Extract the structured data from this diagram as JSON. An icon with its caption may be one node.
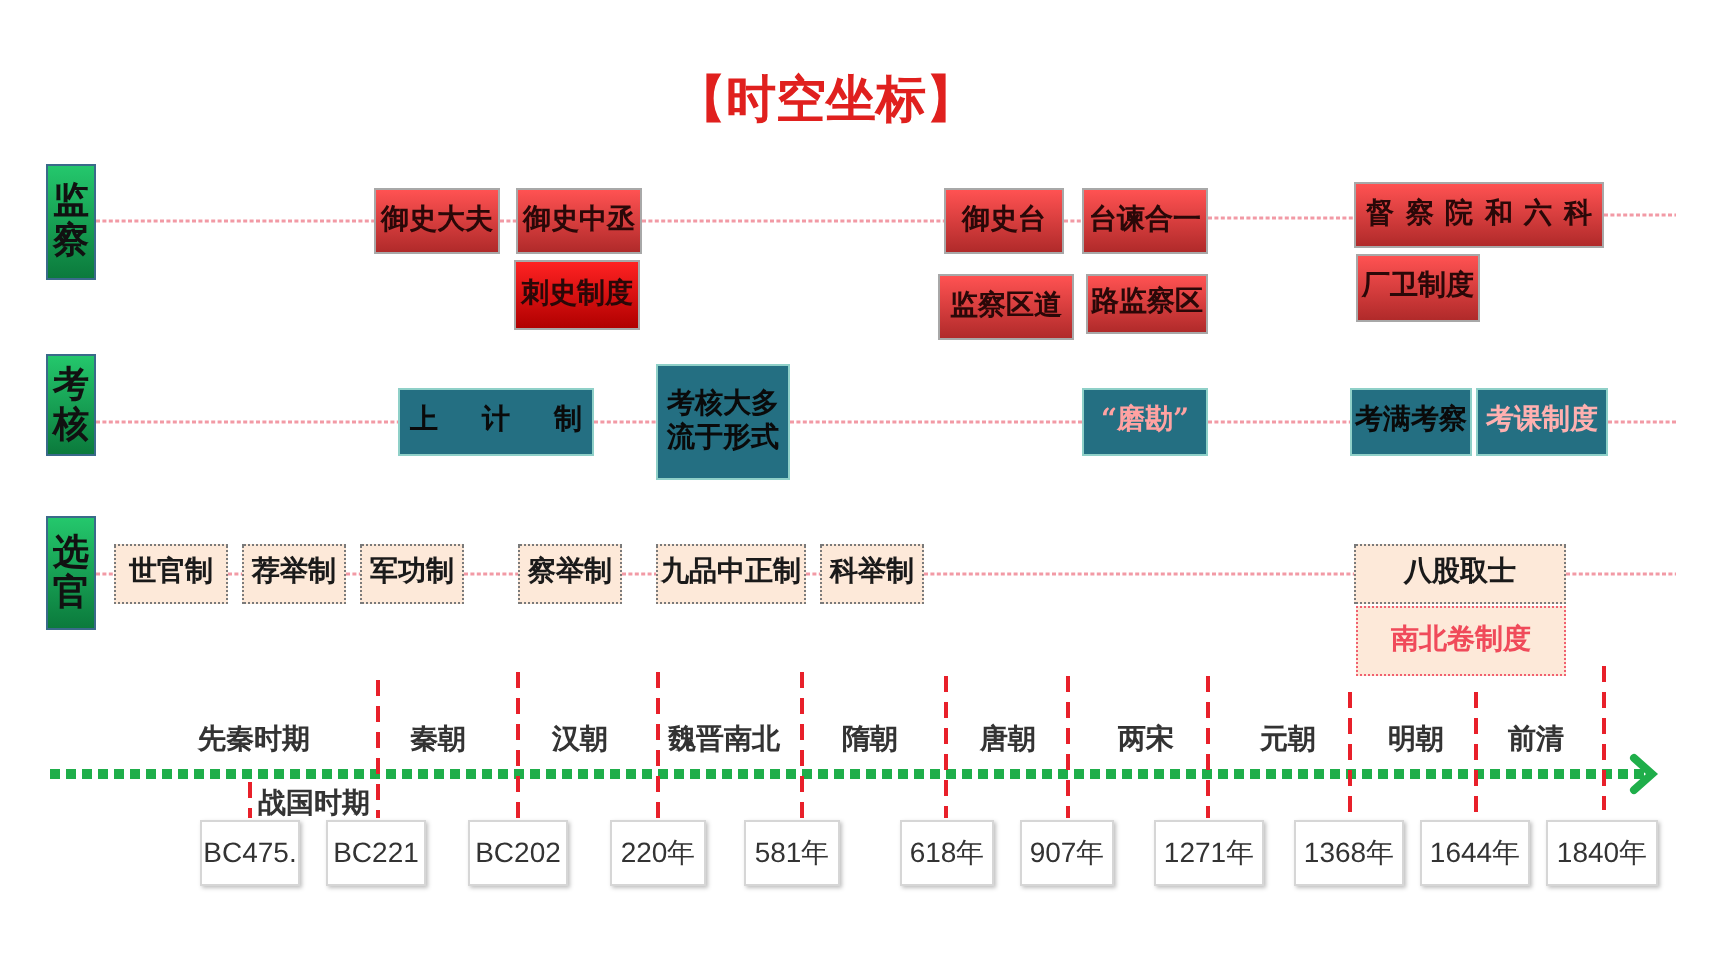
{
  "diagram": {
    "title": "【时空坐标】",
    "nodes": [
      {
        "text": [
          "监察"
        ]
      },
      {
        "text": [
          "御史大夫"
        ]
      },
      {
        "text": [
          "御史中丞"
        ]
      },
      {
        "text": [
          "御史台"
        ]
      },
      {
        "text": [
          "台谏合一"
        ]
      },
      {
        "text": [
          "督 察 院 和 六 科"
        ]
      },
      {
        "text": [
          "刺史制度"
        ]
      },
      {
        "text": [
          "监察区道"
        ]
      },
      {
        "text": [
          "路监察区"
        ]
      },
      {
        "text": [
          "厂卫制度"
        ]
      },
      {
        "text": [
          "考核"
        ]
      },
      {
        "text": [
          "上 计 制"
        ]
      },
      {
        "text": [
          "考核大多流于形式"
        ]
      },
      {
        "text": [
          "“磨勘”"
        ]
      },
      {
        "text": [
          "考满考察"
        ]
      },
      {
        "text": [
          "考课制度"
        ]
      },
      {
        "text": [
          "选官"
        ]
      },
      {
        "text": [
          "世官制"
        ]
      },
      {
        "text": [
          "荐举制"
        ]
      },
      {
        "text": [
          "军功制"
        ]
      },
      {
        "text": [
          "察举制"
        ]
      },
      {
        "text": [
          "九品中正制"
        ]
      },
      {
        "text": [
          "科举制"
        ]
      },
      {
        "text": [
          "八股取士"
        ]
      },
      {
        "text": [
          "南北卷制度"
        ]
      },
      {
        "text": [
          "BC475."
        ]
      },
      {
        "text": [
          "BC221"
        ]
      },
      {
        "text": [
          "BC202"
        ]
      },
      {
        "text": [
          "220年"
        ]
      },
      {
        "text": [
          "581年"
        ]
      },
      {
        "text": [
          "618年"
        ]
      },
      {
        "text": [
          "907年"
        ]
      },
      {
        "text": [
          "1271年"
        ]
      },
      {
        "text": [
          "1368年"
        ]
      },
      {
        "text": [
          "1644年"
        ]
      },
      {
        "text": [
          "1840年"
        ]
      }
    ],
    "edges": [
      {
        "from": 0,
        "to": 1,
        "arrow": "none"
      },
      {
        "from": 1,
        "to": 2,
        "arrow": "none"
      },
      {
        "from": 2,
        "to": 3,
        "arrow": "none"
      },
      {
        "from": 3,
        "to": 4,
        "arrow": "none"
      },
      {
        "from": 4,
        "to": 5,
        "arrow": "none"
      },
      {
        "from": 5,
        "to": null,
        "arrow": "none"
      },
      {
        "from": 10,
        "to": 11,
        "arrow": "none"
      },
      {
        "from": 11,
        "to": 12,
        "arrow": "none"
      },
      {
        "from": 12,
        "to": 13,
        "arrow": "none"
      },
      {
        "from": 13,
        "to": 14,
        "arrow": "none"
      },
      {
        "from": 15,
        "to": null,
        "arrow": "none"
      },
      {
        "from": 16,
        "to": 17,
        "arrow": "none"
      },
      {
        "from": 17,
        "to": 18,
        "arrow": "none"
      },
      {
        "from": 18,
        "to": 19,
        "arrow": "none"
      },
      {
        "from": 19,
        "to": 20,
        "arrow": "none"
      },
      {
        "from": 20,
        "to": 21,
        "arrow": "none"
      },
      {
        "from": 21,
        "to": 22,
        "arrow": "none"
      },
      {
        "from": 22,
        "to": 23,
        "arrow": "none"
      },
      {
        "from": 23,
        "to": null,
        "arrow": "none"
      }
    ],
    "labels": [
      "先秦时期",
      "秦朝",
      "汉朝",
      "魏晋南北",
      "隋朝",
      "唐朝",
      "两宋",
      "元朝",
      "明朝",
      "前清",
      "战国时期"
    ]
  }
}
